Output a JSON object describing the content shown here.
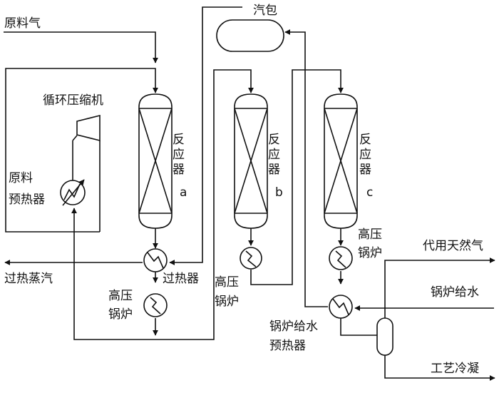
{
  "diagram": {
    "feed_gas": "原料气",
    "steam_drum": "汽包",
    "recycle_compressor": "循环压缩机",
    "reactor_word": "反应器",
    "reactor_a_tag": "a",
    "reactor_b_tag": "b",
    "reactor_c_tag": "c",
    "feed_preheater": [
      "原料",
      "预热器"
    ],
    "superheated_steam": "过热蒸汽",
    "superheater": "过热器",
    "hp_boiler": [
      "高压",
      "锅炉"
    ],
    "bfw_preheater": [
      "锅炉给水",
      "预热器"
    ],
    "sng": "代用天然气",
    "boiler_feed_water": "锅炉给水",
    "process_condensate": "工艺冷凝"
  }
}
